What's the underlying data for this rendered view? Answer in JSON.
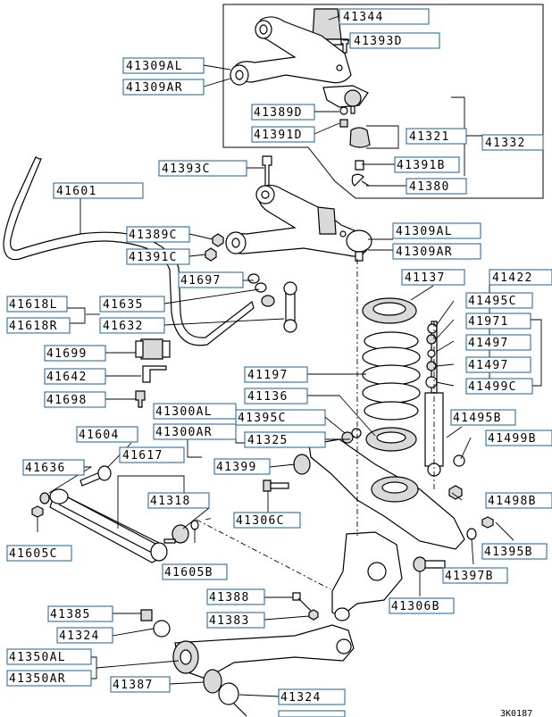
{
  "labels": {
    "p41344": "41344",
    "p41393D": "41393D",
    "p41309AL_top": "41309AL",
    "p41309AR_top": "41309AR",
    "p41389D": "41389D",
    "p41391D": "41391D",
    "p41321": "41321",
    "p41332": "41332",
    "p41391B": "41391B",
    "p41380": "41380",
    "p41393C": "41393C",
    "p41601": "41601",
    "p41309AL_mid": "41309AL",
    "p41309AR_mid": "41309AR",
    "p41389C": "41389C",
    "p41391C": "41391C",
    "p41697": "41697",
    "p41137": "41137",
    "p41422": "41422",
    "p41618L": "41618L",
    "p41618R": "41618R",
    "p41635": "41635",
    "p41632": "41632",
    "p41495C": "41495C",
    "p41971": "41971",
    "p41497a": "41497",
    "p41497b": "41497",
    "p41499C": "41499C",
    "p41699": "41699",
    "p41642": "41642",
    "p41698": "41698",
    "p41197": "41197",
    "p41136": "41136",
    "p41300AL": "41300AL",
    "p41300AR": "41300AR",
    "p41395C": "41395C",
    "p41325": "41325",
    "p41495B": "41495B",
    "p41499B": "41499B",
    "p41604": "41604",
    "p41636": "41636",
    "p41617": "41617",
    "p41399": "41399",
    "p41318": "41318",
    "p41306C": "41306C",
    "p41498B": "41498B",
    "p41605C": "41605C",
    "p41605B": "41605B",
    "p41395B": "41395B",
    "p41397B": "41397B",
    "p41388": "41388",
    "p41306B": "41306B",
    "p41385": "41385",
    "p41383": "41383",
    "p41324a": "41324",
    "p41350AL": "41350AL",
    "p41350AR": "41350AR",
    "p41387": "41387",
    "p41324b": "41324"
  },
  "diagram_code": "3K0187"
}
